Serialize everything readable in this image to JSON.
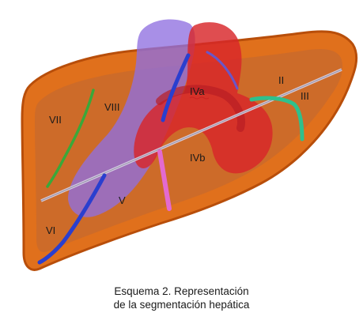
{
  "segments": {
    "II": "II",
    "III": "III",
    "IVa": "IVa",
    "IVb": "IVb",
    "V": "V",
    "VI": "VI",
    "VII": "VII",
    "VIII": "VIII"
  },
  "caption": {
    "line1": "Esquema 2. Representación",
    "line2": "de la segmentación hepática"
  },
  "colors": {
    "liver_fill": "#e0701c",
    "liver_edge": "#b84e0a",
    "liver_inner": "#c96a2c",
    "portal_vein": "#d8262a",
    "ivc": "#8f6fe0",
    "hepatic_vein_blue": "#2a3fcf",
    "green_vessel": "#3aa83a",
    "teal_vessel": "#2fc08c",
    "pink_vessel": "#e36ad0",
    "fissure_line": "#c9c4d8"
  }
}
